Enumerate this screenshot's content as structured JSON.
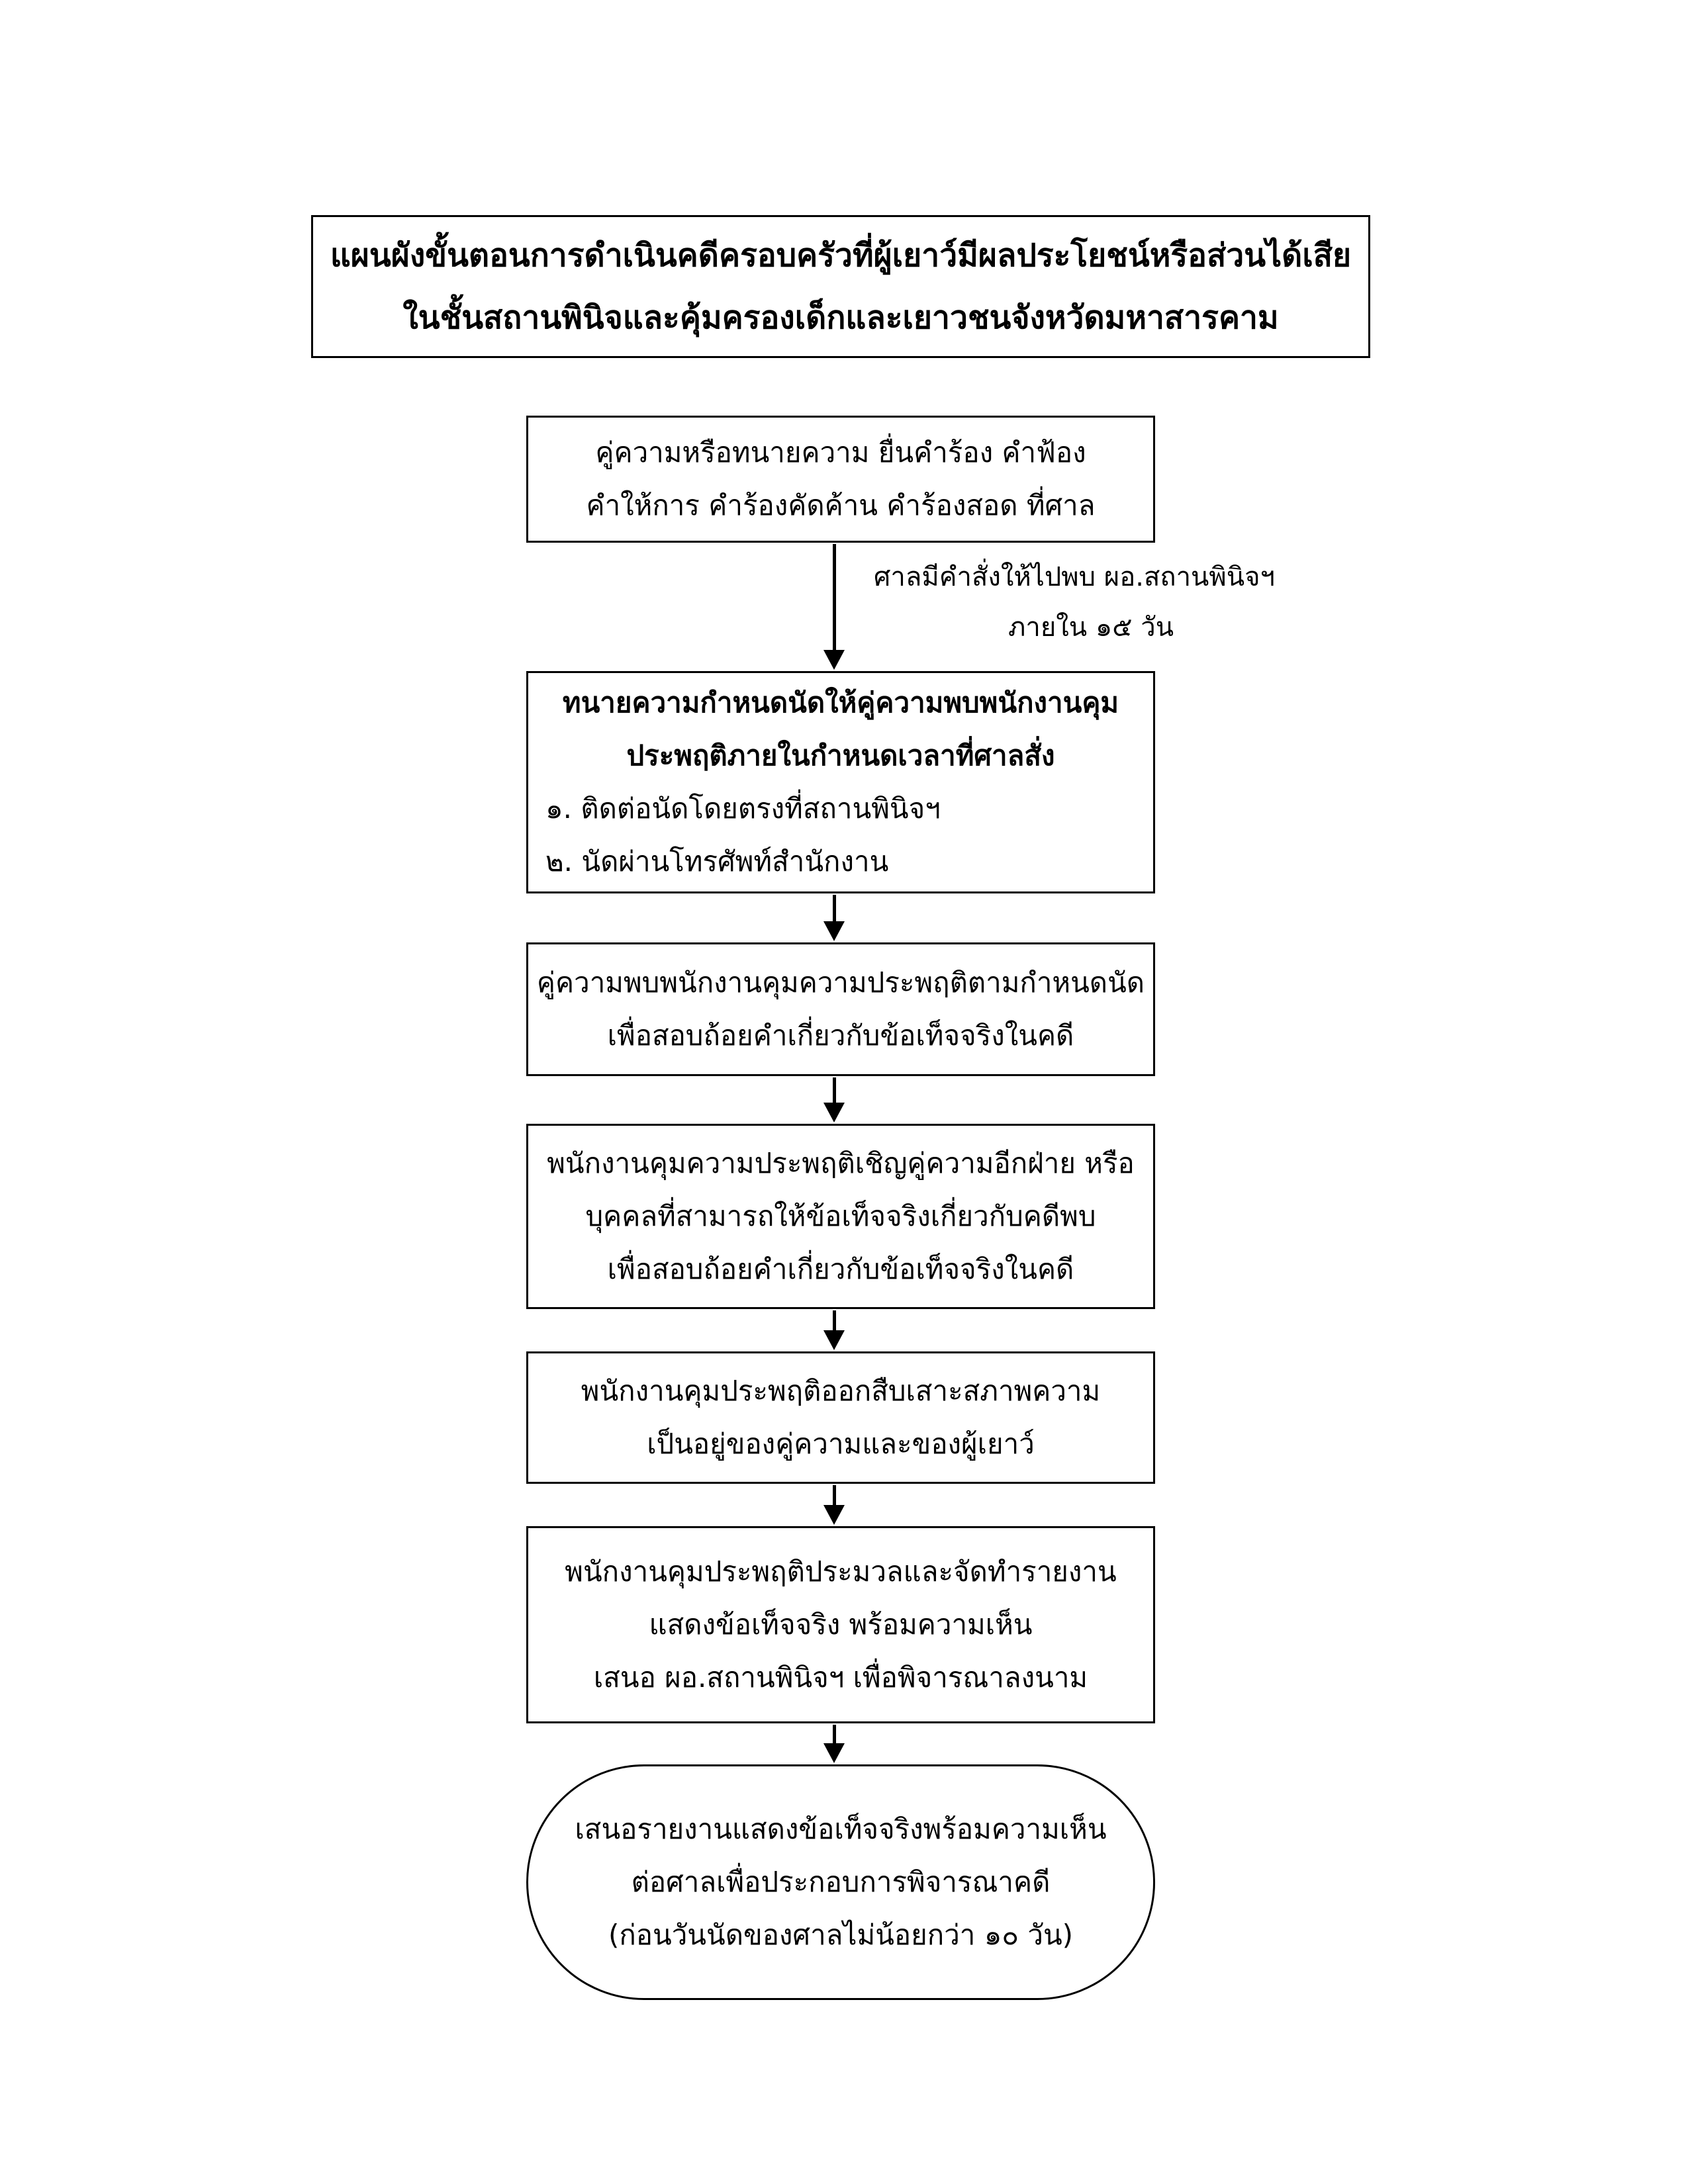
{
  "title": {
    "line1": "แผนผังขั้นตอนการดำเนินคดีครอบครัวที่ผู้เยาว์มีผลประโยชน์หรือส่วนได้เสีย",
    "line2": "ในชั้นสถานพินิจและคุ้มครองเด็กและเยาวชนจังหวัดมหาสารคาม"
  },
  "steps": [
    {
      "lines": [
        "คู่ความหรือทนายความ ยื่นคำร้อง คำฟ้อง",
        "คำให้การ คำร้องคัดค้าน คำร้องสอด ที่ศาล"
      ]
    },
    {
      "bold_lines": [
        "ทนายความกำหนดนัดให้คู่ความพบพนักงานคุม",
        "ประพฤติภายในกำหนดเวลาที่ศาลสั่ง"
      ],
      "items": [
        "๑. ติดต่อนัดโดยตรงที่สถานพินิจฯ",
        "๒. นัดผ่านโทรศัพท์สำนักงาน"
      ]
    },
    {
      "lines": [
        "คู่ความพบพนักงานคุมความประพฤติตามกำหนดนัด",
        "เพื่อสอบถ้อยคำเกี่ยวกับข้อเท็จจริงในคดี"
      ]
    },
    {
      "lines": [
        "พนักงานคุมความประพฤติเชิญคู่ความอีกฝ่าย หรือ",
        "บุคคลที่สามารถให้ข้อเท็จจริงเกี่ยวกับคดีพบ",
        "เพื่อสอบถ้อยคำเกี่ยวกับข้อเท็จจริงในคดี"
      ]
    },
    {
      "lines": [
        "พนักงานคุมประพฤติออกสืบเสาะสภาพความ",
        "เป็นอยู่ของคู่ความและของผู้เยาว์"
      ]
    },
    {
      "lines": [
        "พนักงานคุมประพฤติประมวลและจัดทำรายงาน",
        "แสดงข้อเท็จจริง พร้อมความเห็น",
        "เสนอ ผอ.สถานพินิจฯ เพื่อพิจารณาลงนาม"
      ]
    },
    {
      "lines": [
        "เสนอรายงานแสดงข้อเท็จจริงพร้อมความเห็น",
        "ต่อศาลเพื่อประกอบการพิจารณาคดี",
        "(ก่อนวันนัดของศาลไม่น้อยกว่า ๑๐ วัน)"
      ]
    }
  ],
  "annotation": {
    "line1": "ศาลมีคำสั่งให้ไปพบ ผอ.สถานพินิจฯ",
    "line2": "ภายใน ๑๕ วัน"
  }
}
